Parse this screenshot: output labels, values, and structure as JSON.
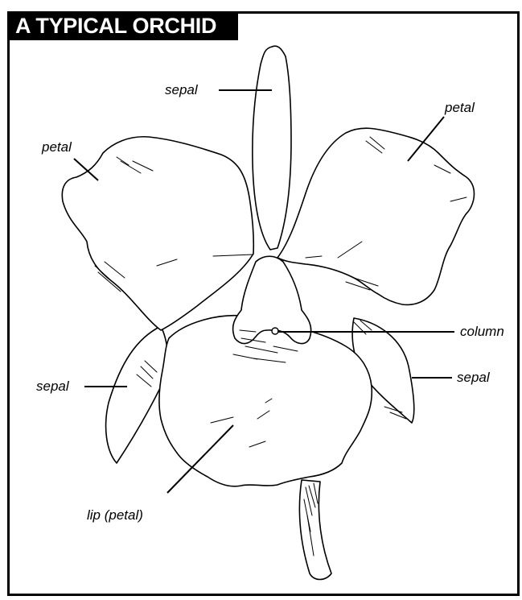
{
  "title": "A TYPICAL ORCHID",
  "labels": {
    "sepal_top": "sepal",
    "petal_left": "petal",
    "petal_right": "petal",
    "column": "column",
    "sepal_left": "sepal",
    "sepal_right": "sepal",
    "lip": "lip (petal)"
  },
  "icons": [
    "orchid-illustration"
  ]
}
